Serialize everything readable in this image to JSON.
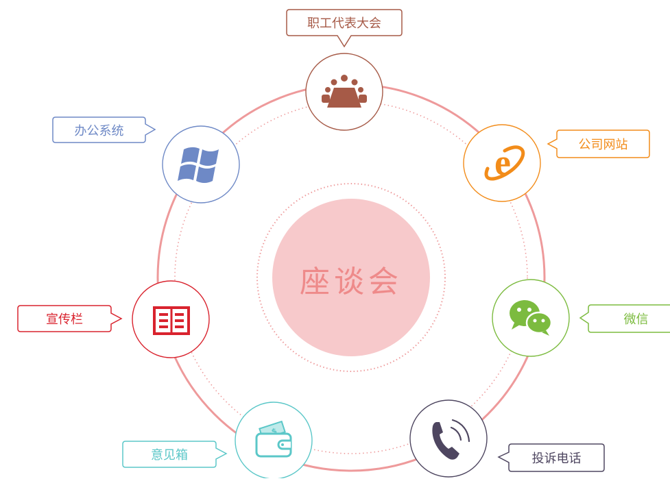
{
  "center": {
    "title": "座谈会",
    "fill": "#f7c9cb",
    "text_color": "#ee8a8a"
  },
  "nodes": [
    {
      "id": "congress",
      "label": "职工代表大会",
      "icon": "meeting-people-icon",
      "color": "#a65a47"
    },
    {
      "id": "website",
      "label": "公司网站",
      "icon": "internet-explorer-icon",
      "color": "#f28c1a"
    },
    {
      "id": "wechat",
      "label": "微信",
      "icon": "wechat-icon",
      "color": "#7cbb3f"
    },
    {
      "id": "phone",
      "label": "投诉电话",
      "icon": "telephone-icon",
      "color": "#4e4660"
    },
    {
      "id": "suggestion",
      "label": "意见箱",
      "icon": "wallet-icon",
      "color": "#5bc7c8"
    },
    {
      "id": "bulletin",
      "label": "宣传栏",
      "icon": "bulletin-board-icon",
      "color": "#d9232e"
    },
    {
      "id": "office",
      "label": "办公系统",
      "icon": "windows-icon",
      "color": "#6e89c6"
    }
  ],
  "ring_color": "#ee9a9b"
}
